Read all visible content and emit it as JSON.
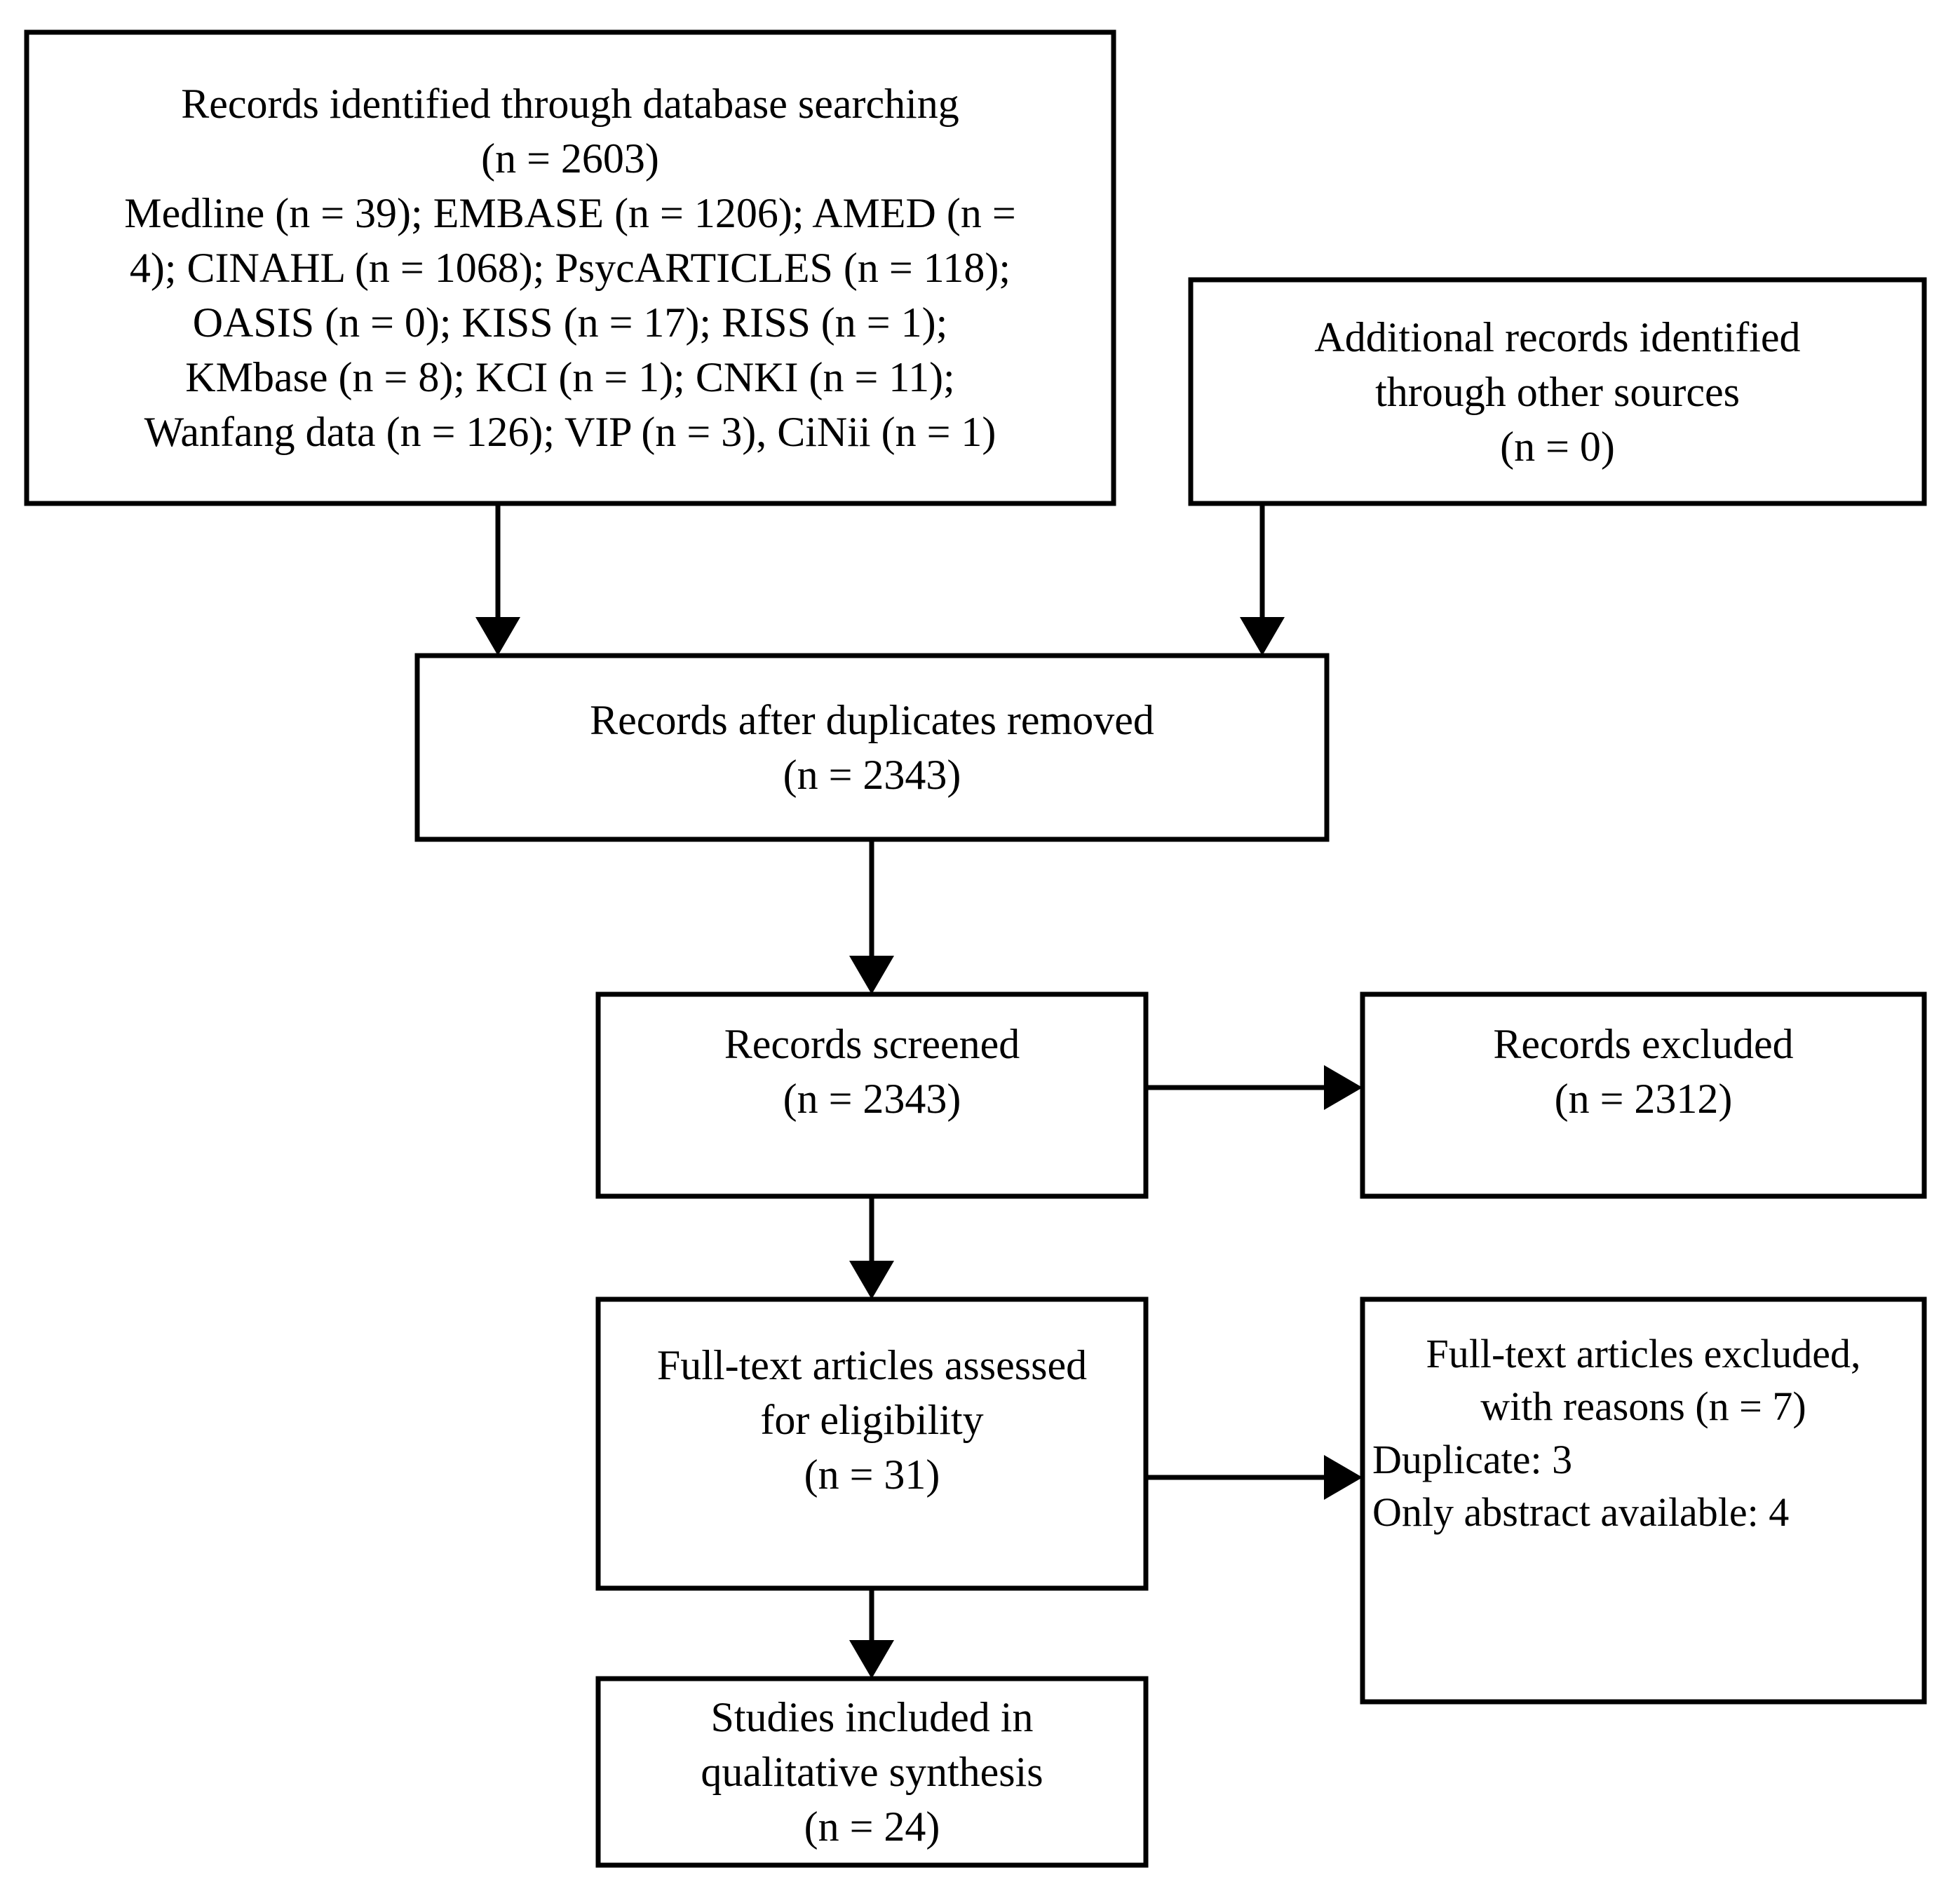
{
  "diagram": {
    "title": "PRISMA flow diagram",
    "type": "prisma-flow-chart",
    "stroke_color": "#000000",
    "background_color": "#ffffff"
  },
  "nodes": {
    "identified": {
      "name": "records-identified-database-searching",
      "lines": [
        "Records identified through database searching",
        "(n = 2603)",
        "Medline (n = 39); EMBASE (n = 1206); AMED (n =",
        "4); CINAHL (n = 1068); PsycARTICLES (n = 118);",
        "OASIS (n = 0); KISS (n = 17); RISS (n = 1);",
        "KMbase (n = 8); KCI (n = 1); CNKI (n = 11);",
        "Wanfang data (n = 126); VIP (n = 3), CiNii (n = 1)"
      ],
      "count": 2603,
      "sources": [
        {
          "label": "Medline",
          "n": 39
        },
        {
          "label": "EMBASE",
          "n": 1206
        },
        {
          "label": "AMED",
          "n": 4
        },
        {
          "label": "CINAHL",
          "n": 1068
        },
        {
          "label": "PsycARTICLES",
          "n": 118
        },
        {
          "label": "OASIS",
          "n": 0
        },
        {
          "label": "KISS",
          "n": 17
        },
        {
          "label": "RISS",
          "n": 1
        },
        {
          "label": "KMbase",
          "n": 8
        },
        {
          "label": "KCI",
          "n": 1
        },
        {
          "label": "CNKI",
          "n": 11
        },
        {
          "label": "Wanfang data",
          "n": 126
        },
        {
          "label": "VIP",
          "n": 3
        },
        {
          "label": "CiNii",
          "n": 1
        }
      ]
    },
    "additional": {
      "name": "additional-records-other-sources",
      "lines": [
        "Additional records identified",
        "through other sources",
        "(n = 0)"
      ],
      "count": 0
    },
    "deduplicated": {
      "name": "records-after-duplicates-removed",
      "lines": [
        "Records after duplicates removed",
        "(n = 2343)"
      ],
      "count": 2343
    },
    "screened": {
      "name": "records-screened",
      "lines": [
        "Records screened",
        "(n = 2343)"
      ],
      "count": 2343
    },
    "records_excluded": {
      "name": "records-excluded",
      "lines": [
        "Records excluded",
        "(n = 2312)"
      ],
      "count": 2312
    },
    "eligibility": {
      "name": "full-text-articles-assessed-for-eligibility",
      "lines": [
        "Full-text articles assessed",
        "for eligibility",
        "(n = 31)"
      ],
      "count": 31
    },
    "fulltext_excluded": {
      "name": "full-text-articles-excluded-with-reasons",
      "centered_lines": [
        "Full-text articles excluded,",
        "with reasons (n = 7)"
      ],
      "left_lines": [
        "Duplicate: 3",
        "Only abstract available: 4"
      ],
      "count": 7,
      "reasons": [
        {
          "label": "Duplicate",
          "n": 3
        },
        {
          "label": "Only abstract available",
          "n": 4
        }
      ]
    },
    "included": {
      "name": "studies-included-in-qualitative-synthesis",
      "lines": [
        "Studies included in",
        "qualitative synthesis",
        "(n = 24)"
      ],
      "count": 24
    }
  },
  "edges": [
    {
      "name": "edge-identified-to-deduplicated",
      "from": "identified",
      "to": "deduplicated",
      "direction": "down"
    },
    {
      "name": "edge-additional-to-deduplicated",
      "from": "additional",
      "to": "deduplicated",
      "direction": "down"
    },
    {
      "name": "edge-deduplicated-to-screened",
      "from": "deduplicated",
      "to": "screened",
      "direction": "down"
    },
    {
      "name": "edge-screened-to-records-excluded",
      "from": "screened",
      "to": "records_excluded",
      "direction": "right"
    },
    {
      "name": "edge-screened-to-eligibility",
      "from": "screened",
      "to": "eligibility",
      "direction": "down"
    },
    {
      "name": "edge-eligibility-to-fulltext-excluded",
      "from": "eligibility",
      "to": "fulltext_excluded",
      "direction": "right"
    },
    {
      "name": "edge-eligibility-to-included",
      "from": "eligibility",
      "to": "included",
      "direction": "down"
    }
  ]
}
